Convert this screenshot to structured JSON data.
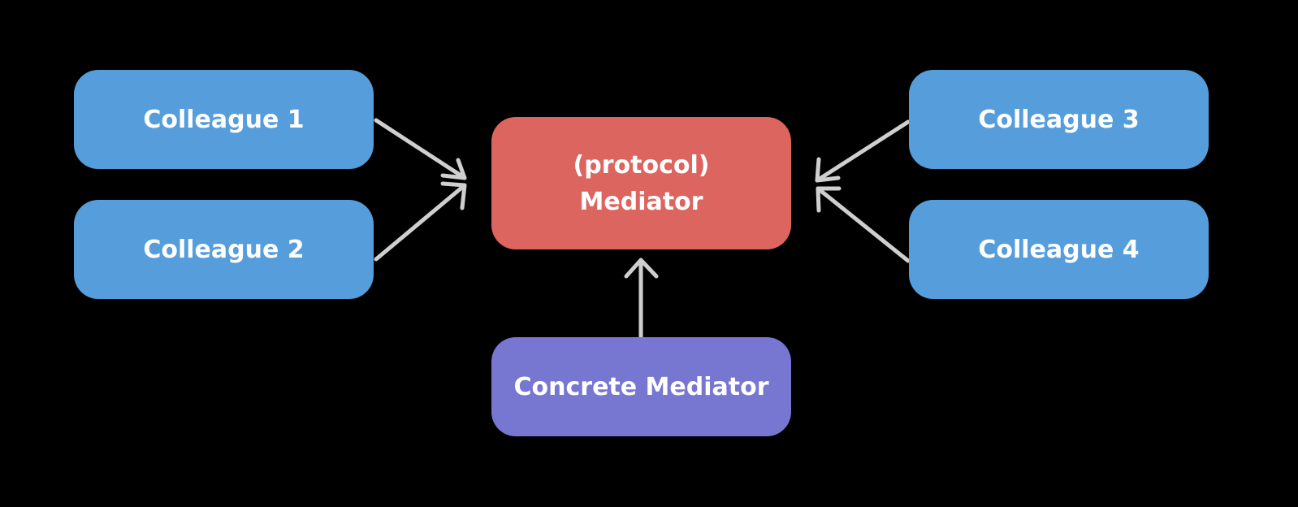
{
  "diagram": {
    "nodes": {
      "colleague_1": {
        "label": "Colleague 1"
      },
      "colleague_2": {
        "label": "Colleague 2"
      },
      "colleague_3": {
        "label": "Colleague 3"
      },
      "colleague_4": {
        "label": "Colleague 4"
      },
      "mediator": {
        "line1": "(protocol)",
        "line2": "Mediator"
      },
      "concrete_mediator": {
        "label": "Concrete Mediator"
      }
    },
    "edges": [
      {
        "from": "colleague_1",
        "to": "mediator"
      },
      {
        "from": "colleague_2",
        "to": "mediator"
      },
      {
        "from": "colleague_3",
        "to": "mediator"
      },
      {
        "from": "colleague_4",
        "to": "mediator"
      },
      {
        "from": "concrete_mediator",
        "to": "mediator"
      }
    ],
    "colors": {
      "background": "#000000",
      "colleague": "#559ddb",
      "mediator": "#dd6560",
      "concrete_mediator": "#7776d1",
      "edge": "#cfcfcf",
      "text": "#ffffff"
    }
  }
}
